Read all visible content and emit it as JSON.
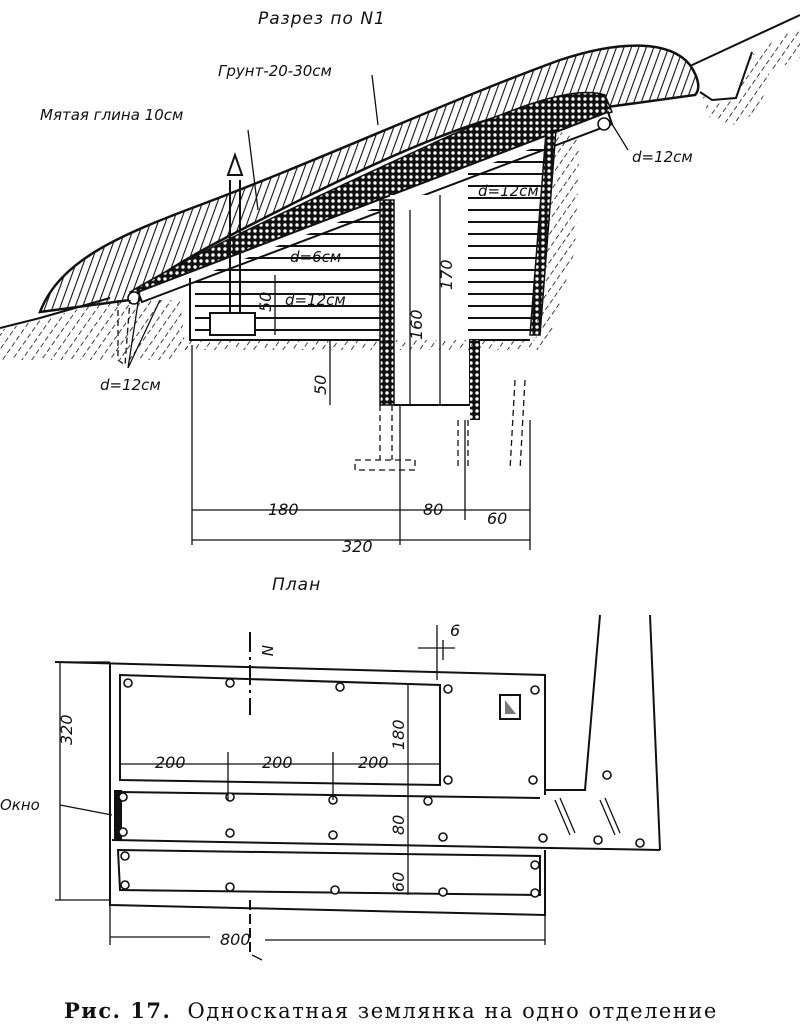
{
  "section": {
    "title": "Разрез по N1",
    "soil_label": "Грунт-20-30см",
    "clay_label": "Мятая глина 10см",
    "labels": {
      "beam_right": "d=12см",
      "back_wall": "d=12см",
      "rafter": "d=6см",
      "wall_logs": "d=12см",
      "posts_left": "d=12см"
    },
    "dims": {
      "bench_height": "50",
      "door_height": "160",
      "room_height": "170",
      "pit_depth": "50",
      "width_main": "180",
      "width_pit": "80",
      "width_rear": "60",
      "width_total": "320"
    }
  },
  "plan": {
    "title": "План",
    "section_mark": "N",
    "wall_thickness": "6",
    "window_label": "Окно",
    "dims": {
      "total_depth": "320",
      "span_1": "200",
      "span_2": "200",
      "span_3": "200",
      "room_depth": "180",
      "aisle_depth": "80",
      "bench_depth": "60",
      "total_length": "800"
    }
  },
  "caption": {
    "number": "Рис. 17.",
    "text": "Односкатная землянка на одно отделение"
  }
}
